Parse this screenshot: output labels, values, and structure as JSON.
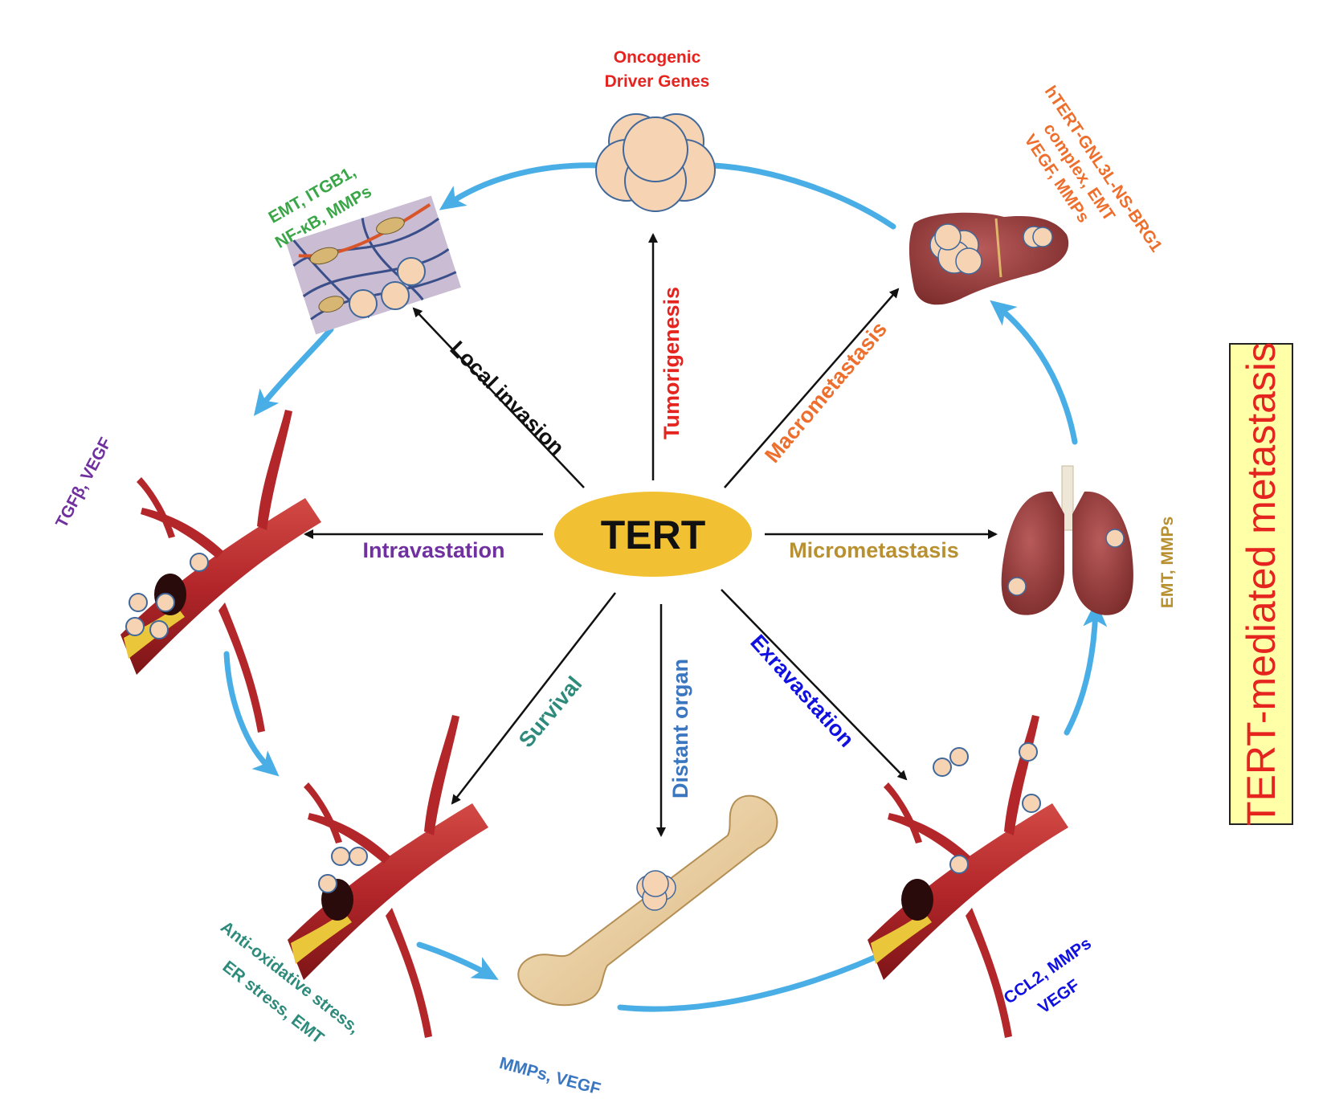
{
  "center": {
    "label": "TERT"
  },
  "side_title": "TERT-mediated metastasis",
  "processes": {
    "tumorigenesis": "Tumorigenesis",
    "local_invasion": "Local invasion",
    "macrometastasis": "Macrometastasis",
    "intravastation": "Intravastation",
    "micrometastasis": "Micrometastasis",
    "survival": "Survival",
    "distant_organ": "Distant organ",
    "exravastation": "Exravastation"
  },
  "factors": {
    "oncogenic_1": "Oncogenic",
    "oncogenic_2": "Driver Genes",
    "invasion_1": "EMT, ITGB1,",
    "invasion_2": "NF-κB, MMPs",
    "intravasation": "TGFβ, VEGF",
    "survival_1": "Anti-oxidative stress,",
    "survival_2": "ER stress, EMT",
    "bone": "MMPs, VEGF",
    "extravasation_1": "CCL2, MMPs",
    "extravasation_2": "VEGF",
    "lung": "EMT, MMPs",
    "liver_1": "hTERT-GNL3L-NS-BRG1",
    "liver_2": "complex, EMT",
    "liver_3": "VEGF, MMPs"
  },
  "colors": {
    "tert_fill": "#f2c033",
    "cycle_arrow": "#4aaee6",
    "tumorigenesis": "#e52420",
    "local_invasion": "#111111",
    "macrometastasis": "#ee6f2d",
    "intravastation": "#7030a0",
    "micrometastasis": "#b89030",
    "survival": "#2e8b7c",
    "distant_organ": "#3a77c0",
    "exravastation": "#1010e0",
    "oncogenic": "#e52420",
    "invasion_factors": "#3aa648",
    "liver_factors": "#ee6f2d",
    "lung_factors": "#b89030",
    "bone_factors": "#3a77c0",
    "vessel": "#b3262a"
  }
}
